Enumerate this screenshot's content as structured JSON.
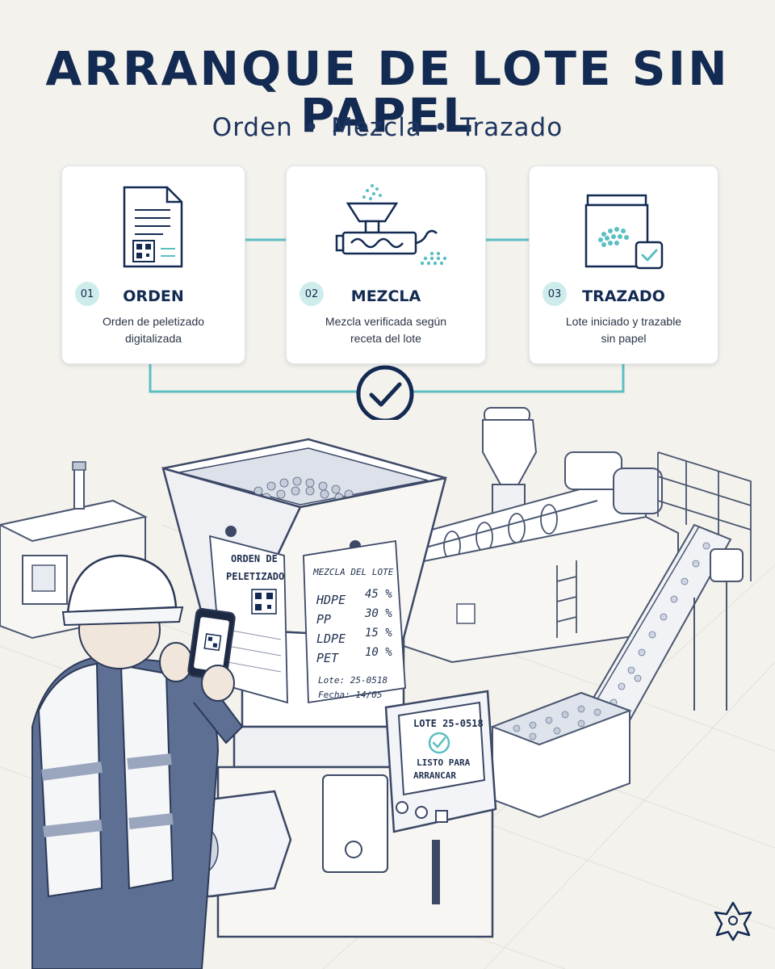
{
  "header": {
    "title": "ARRANQUE DE LOTE SIN PAPEL",
    "subtitle_parts": [
      "Orden",
      "Mezcla",
      "Trazado"
    ],
    "subtitle_separator": "•"
  },
  "steps": [
    {
      "number": "01",
      "label": "ORDEN",
      "desc_line1": "Orden de peletizado",
      "desc_line2": "digitalizada",
      "icon": "document-qr-icon"
    },
    {
      "number": "02",
      "label": "MEZCLA",
      "desc_line1": "Mezcla verificada según",
      "desc_line2": "receta del lote",
      "icon": "mixer-hopper-icon"
    },
    {
      "number": "03",
      "label": "TRAZADO",
      "desc_line1": "Lote iniciado y trazable",
      "desc_line2": "sin papel",
      "icon": "bag-check-icon"
    }
  ],
  "colors": {
    "navy": "#132a52",
    "teal": "#5bbfc2",
    "background": "#f4f2ec"
  },
  "order_sheet": {
    "line1": "ORDEN DE",
    "line2": "PELETIZADO"
  },
  "mix_sheet": {
    "heading": "MEZCLA DEL LOTE",
    "rows": [
      {
        "material": "HDPE",
        "pct": "45 %"
      },
      {
        "material": "PP",
        "pct": "30 %"
      },
      {
        "material": "LDPE",
        "pct": "15 %"
      },
      {
        "material": "PET",
        "pct": "10 %"
      }
    ],
    "lote": "Lote:  25-0518",
    "fecha": "Fecha:  14/05"
  },
  "panel": {
    "lot": "LOTE 25-0518",
    "status_line1": "LISTO PARA",
    "status_line2": "ARRANCAR"
  },
  "brand_icon": "flower-logo-icon"
}
